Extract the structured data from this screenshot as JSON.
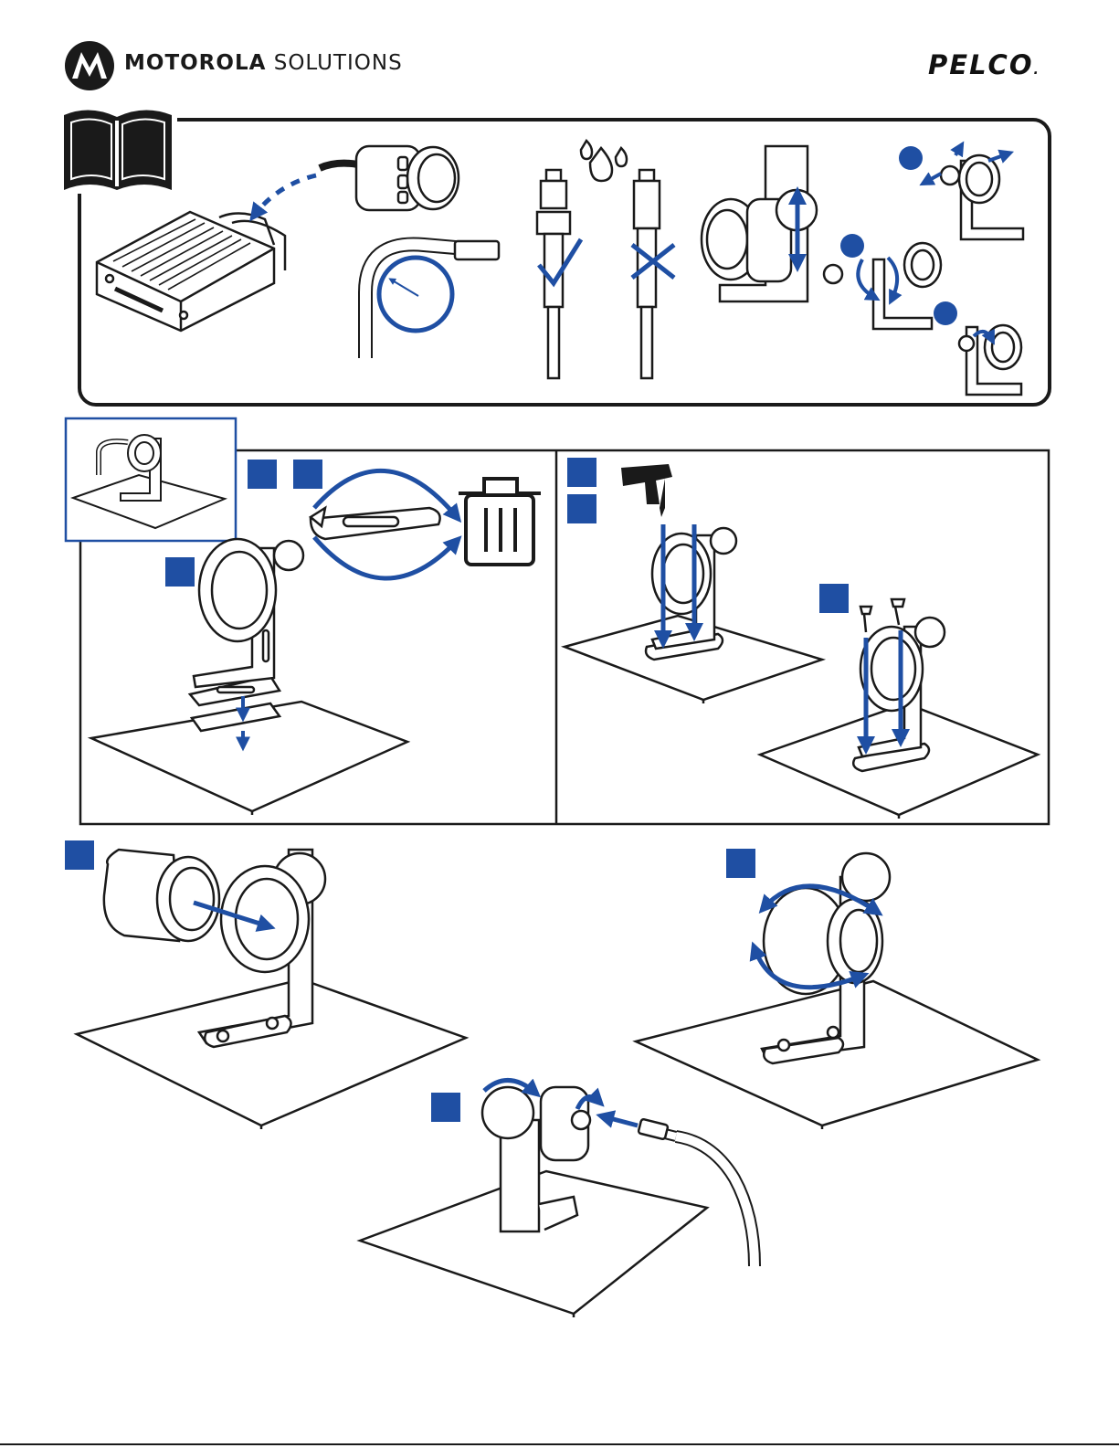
{
  "header": {
    "brand_bold": "MOTOROLA",
    "brand_light": "SOLUTIONS",
    "partner": "PELCO",
    "partner_dot": "."
  },
  "colors": {
    "accent_blue": "#1f4fa3",
    "line": "#1a1a1a"
  },
  "icons": {
    "logo": "motorola-batwing-icon",
    "manual": "open-book-icon",
    "trash": "trash-can-icon",
    "drill": "power-drill-icon",
    "water": "water-drops-icon",
    "check": "checkmark-icon",
    "cross": "x-mark-icon"
  }
}
